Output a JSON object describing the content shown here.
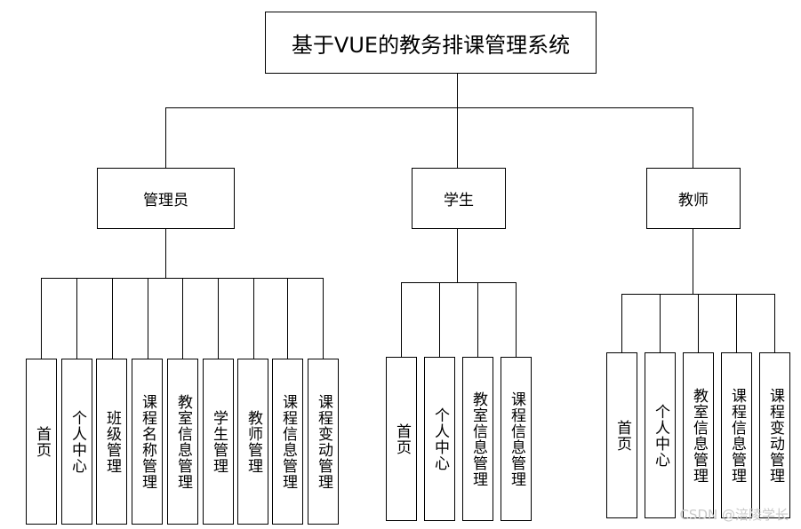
{
  "title": "基于VUE的教务排课管理系统",
  "roles": [
    {
      "name": "管理员",
      "modules": [
        "首页",
        "个人中心",
        "班级管理",
        "课程名称管理",
        "教室信息管理",
        "学生管理",
        "教师管理",
        "课程信息管理",
        "课程变动管理"
      ]
    },
    {
      "name": "学生",
      "modules": [
        "首页",
        "个人中心",
        "教室信息管理",
        "课程信息管理"
      ]
    },
    {
      "name": "教师",
      "modules": [
        "首页",
        "个人中心",
        "教室信息管理",
        "课程信息管理",
        "课程变动管理"
      ]
    }
  ],
  "watermark": "CSDN @涪陵学长"
}
